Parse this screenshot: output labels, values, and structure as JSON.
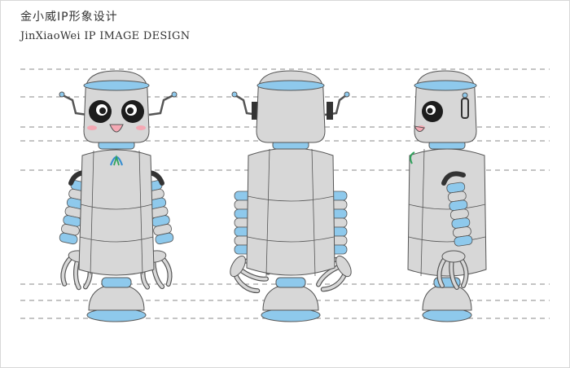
{
  "header": {
    "title_cn": "金小威IP形象设计",
    "title_en": "JinXiaoWei IP IMAGE DESIGN"
  },
  "views": [
    "front",
    "back",
    "side"
  ],
  "colors": {
    "body": "#d7d7d7",
    "outline": "#555555",
    "stripe": "#8ec9ec",
    "blush": "#f4a9b4",
    "guide": "#8a8a8a",
    "logo": "#3a8fd0",
    "logo_green": "#2fa35c"
  }
}
